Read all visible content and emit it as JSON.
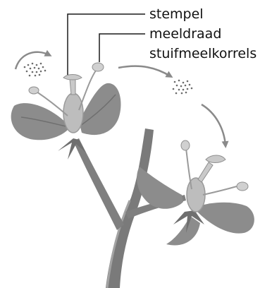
{
  "labels": {
    "stamp": "stempel",
    "stamen": "meeldraad",
    "pollen": "stuifmeelkorrels"
  },
  "colors": {
    "background": "#ffffff",
    "petal": "#8c8c8c",
    "petal_dark": "#6f6f6f",
    "stem": "#7a7a7a",
    "stem_light": "#a3a3a3",
    "pistil": "#c9c9c9",
    "ovary": "#bdbdbd",
    "pollen": "#6b6b6b",
    "arrow": "#8a8a8a",
    "leader_line": "#1a1a1a"
  },
  "icons": [
    "pollen-transfer-arrow",
    "pollen-grains",
    "flower-illustration"
  ]
}
